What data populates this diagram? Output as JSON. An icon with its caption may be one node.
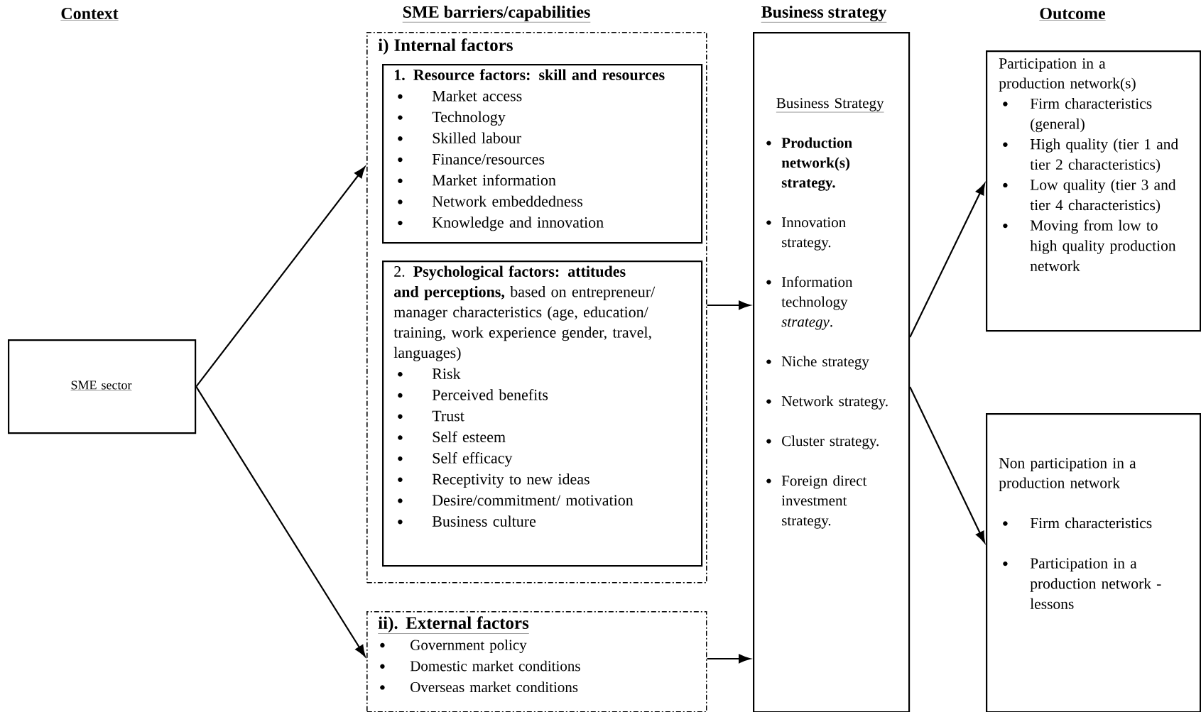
{
  "diagram": {
    "nodes": [
      {
        "text": [
          "SME sector"
        ]
      },
      {
        "text": [
          "i) Internal factors"
        ]
      },
      {
        "text": [
          "1. Resource factors: skill and resources",
          "Market access",
          "Technology",
          "Skilled labour",
          "Finance/resources",
          "Market information",
          "Network embeddedness",
          "Knowledge and innovation"
        ],
        "in": 1
      },
      {
        "text": [
          "2. **Psychological factors: attitudes and perceptions,** based on entrepreneur/ manager characteristics (age, education/ training, work experience gender, travel, languages)",
          "Risk",
          "Perceived benefits",
          "Trust",
          "Self esteem",
          "Self efficacy",
          "Receptivity to new ideas",
          "Desire/commitment/ motivation",
          "Business culture"
        ],
        "in": 1
      },
      {
        "text": [
          "ii). External factors",
          "Government policy",
          "Domestic market conditions",
          "Overseas market conditions"
        ]
      },
      {
        "text": [
          "Business Strategy",
          "**Production network(s) strategy.**",
          "Innovation strategy.",
          "Information technology *strategy*.",
          "Niche strategy",
          "Network strategy.",
          "Cluster strategy.",
          "Foreign direct investment strategy."
        ]
      },
      {
        "text": [
          "Participation in a production network(s)",
          "Firm characteristics (general)",
          "High quality (tier 1 and tier 2 characteristics)",
          "Low quality (tier 3 and tier 4 characteristics)",
          "Moving from low to high quality production network"
        ]
      },
      {
        "text": [
          "Non participation in a production network",
          "Firm characteristics",
          "Participation in a production network - lessons"
        ]
      }
    ],
    "edges": [
      {
        "from": 0,
        "to": 1,
        "arrow": "to"
      },
      {
        "from": 0,
        "to": 4,
        "arrow": "to"
      },
      {
        "from": 1,
        "to": 5,
        "arrow": "to"
      },
      {
        "from": 4,
        "to": 5,
        "arrow": "to"
      },
      {
        "from": 5,
        "to": 6,
        "arrow": "to"
      },
      {
        "from": 5,
        "to": 7,
        "arrow": "to"
      }
    ],
    "labels": [
      "Context",
      "SME barriers/capabilities",
      "Business strategy",
      "Outcome"
    ]
  }
}
